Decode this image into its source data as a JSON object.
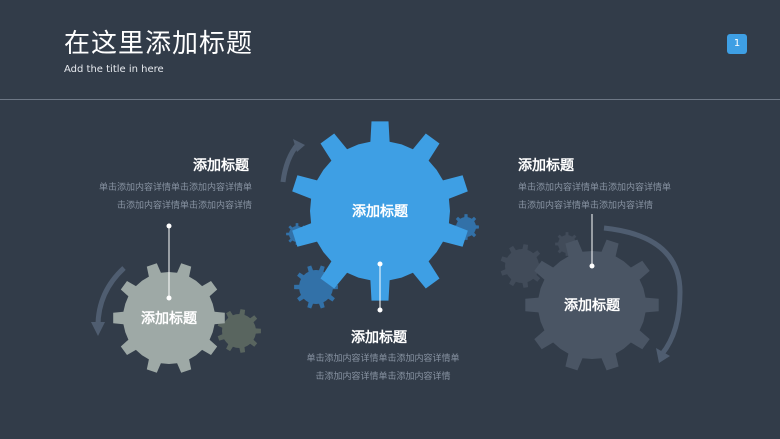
{
  "header": {
    "title": "在这里添加标题",
    "subtitle": "Add the title in here",
    "page_number": "1"
  },
  "colors": {
    "background": "#323c49",
    "accent_blue": "#3e9fe4",
    "gear_gray_light": "#9ea9a6",
    "gear_gray_dark": "#4a5564",
    "gear_small_blue": "#3271a8",
    "arrow": "#4f5d70"
  },
  "gears": {
    "left": {
      "label": "添加标题"
    },
    "center": {
      "label": "添加标题"
    },
    "right": {
      "label": "添加标题"
    }
  },
  "callouts": {
    "left": {
      "heading": "添加标题",
      "body_line1": "单击添加内容详情单击添加内容详情单",
      "body_line2": "击添加内容详情单击添加内容详情"
    },
    "bottom": {
      "heading": "添加标题",
      "body_line1": "单击添加内容详情单击添加内容详情单",
      "body_line2": "击添加内容详情单击添加内容详情"
    },
    "right": {
      "heading": "添加标题",
      "body_line1": "单击添加内容详情单击添加内容详情单",
      "body_line2": "击添加内容详情单击添加内容详情"
    }
  }
}
